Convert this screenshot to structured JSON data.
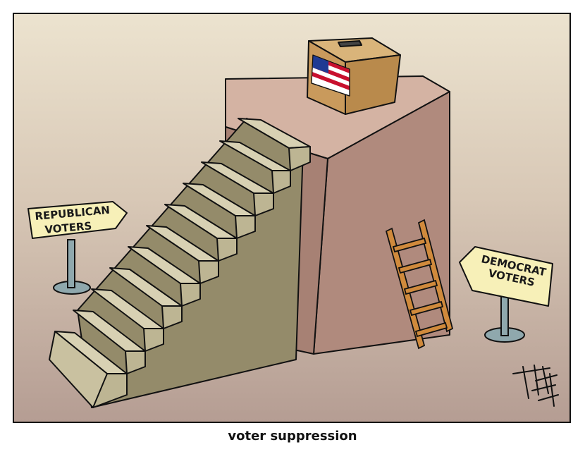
{
  "caption": "voter suppression",
  "signs": {
    "republican": {
      "line1": "REPUBLICAN",
      "line2": "VOTERS"
    },
    "democrat": {
      "line1": "DEMOCRAT",
      "line2": "VOTERS"
    }
  },
  "icons": {
    "ballot_box": "ballot-box-icon",
    "flag": "us-flag-icon",
    "ladder": "ladder-icon",
    "staircase": "staircase-icon",
    "signature": "artist-signature"
  },
  "colors": {
    "sky_top": "#ece3cf",
    "sky_bottom": "#b59d93",
    "platform_top": "#d4b3a3",
    "platform_front": "#b08a7d",
    "stairs_side": "#948b6a",
    "stairs_tread": "#d8d1b3",
    "sign_yellow": "#f7f0b8",
    "post_blue": "#8fa8ad",
    "ladder": "#d08a3c",
    "ballot_box": "#c99a5c"
  }
}
